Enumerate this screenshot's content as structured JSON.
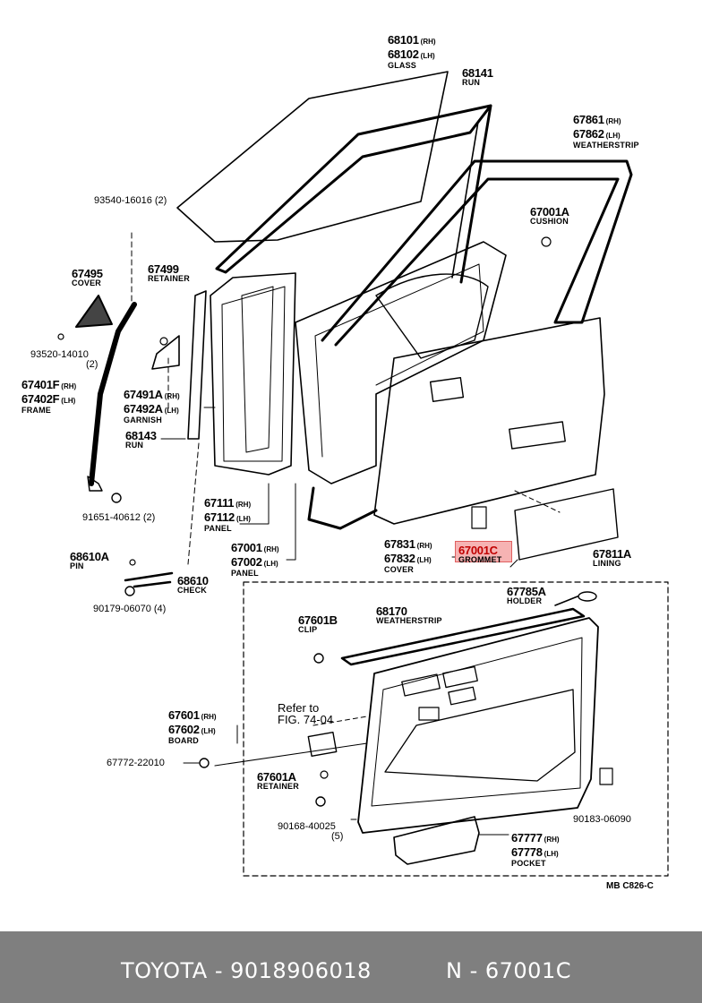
{
  "labels": {
    "glass_rh": "68101",
    "glass_lh": "68102",
    "glass_name": "GLASS",
    "run1": "68141",
    "run1_name": "RUN",
    "ws_rh": "67861",
    "ws_lh": "67862",
    "ws_name": "WEATHERSTRIP",
    "screw1": "93540-16016 (2)",
    "cushion": "67001A",
    "cushion_name": "CUSHION",
    "cover1": "67495",
    "cover1_name": "COVER",
    "retainer1": "67499",
    "retainer1_name": "RETAINER",
    "screw2": "93520-14010",
    "screw2_qty": "(2)",
    "frame_rh": "67401F",
    "frame_lh": "67402F",
    "frame_name": "FRAME",
    "garnish_rh": "67491A",
    "garnish_lh": "67492A",
    "garnish_name": "GARNISH",
    "run2": "68143",
    "run2_name": "RUN",
    "panel1_rh": "67111",
    "panel1_lh": "67112",
    "panel1_name": "PANEL",
    "bolt1": "91651-40612 (2)",
    "pin": "68610A",
    "pin_name": "PIN",
    "check": "68610",
    "check_name": "CHECK",
    "bolt2": "90179-06070 (4)",
    "panel2_rh": "67001",
    "panel2_lh": "67002",
    "panel2_name": "PANEL",
    "cover2_rh": "67831",
    "cover2_lh": "67832",
    "cover2_name": "COVER",
    "grommet": "67001C",
    "grommet_name": "GROMMET",
    "lining": "67811A",
    "lining_name": "LINING",
    "holder": "67785A",
    "holder_name": "HOLDER",
    "ws2": "68170",
    "ws2_name": "WEATHERSTRIP",
    "clip": "67601B",
    "clip_name": "CLIP",
    "board_rh": "67601",
    "board_lh": "67602",
    "board_name": "BOARD",
    "refer1": "Refer to",
    "refer2": "FIG. 74-04",
    "bolt3": "67772-22010",
    "retainer2": "67601A",
    "retainer2_name": "RETAINER",
    "screw3": "90168-40025",
    "screw3_qty": "(5)",
    "clip2": "90183-06090",
    "pocket_rh": "67777",
    "pocket_lh": "67778",
    "pocket_name": "POCKET",
    "rh": "(RH)",
    "lh": "(LH)",
    "code": "MB C826-C"
  },
  "footer": {
    "brand": "TOYOTA - 9018906018",
    "part": "N - 67001C"
  },
  "colors": {
    "highlight": "#f6b3b3",
    "footer_bg": "#7f7f7f",
    "line": "#000000"
  }
}
